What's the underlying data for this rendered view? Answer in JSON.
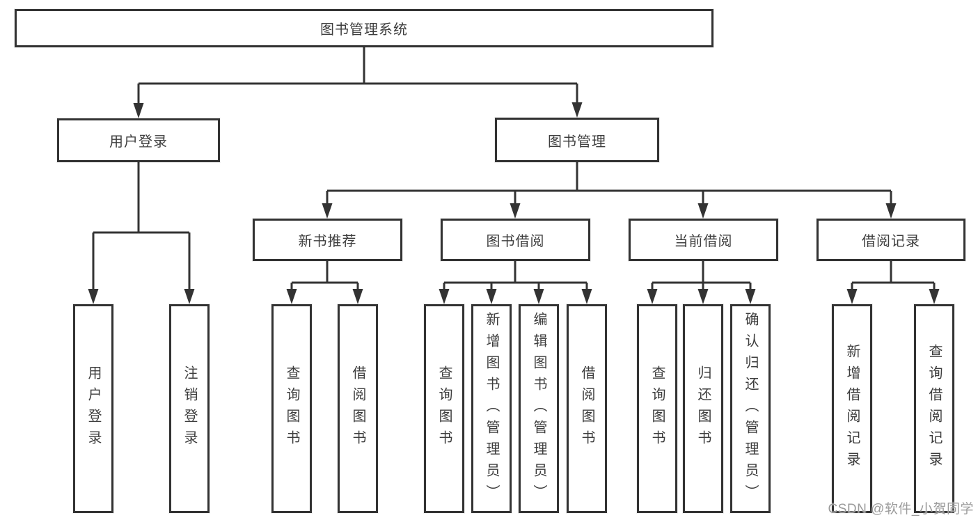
{
  "diagram": {
    "watermark": "CSDN @软件_小贺同学",
    "colors": {
      "line": "#333333",
      "box_border": "#333333",
      "box_bg": "#ffffff",
      "text": "#3d3d3d",
      "watermark": "#9b9b9b"
    },
    "nodes": {
      "root": {
        "label": "图书管理系统"
      },
      "user_login_group": {
        "label": "用户登录"
      },
      "book_mgmt": {
        "label": "图书管理"
      },
      "new_book_rec": {
        "label": "新书推荐"
      },
      "book_borrow": {
        "label": "图书借阅"
      },
      "current_borrow": {
        "label": "当前借阅"
      },
      "borrow_record": {
        "label": "借阅记录"
      },
      "leaf_user_login": {
        "label": "用户登录"
      },
      "leaf_logout": {
        "label": "注销登录"
      },
      "leaf_nb_query": {
        "label": "查询图书"
      },
      "leaf_nb_borrow": {
        "label": "借阅图书"
      },
      "leaf_bb_query": {
        "label": "查询图书"
      },
      "leaf_bb_add": {
        "label": "新增图书（管理员）"
      },
      "leaf_bb_edit": {
        "label": "编辑图书（管理员）"
      },
      "leaf_bb_borrow": {
        "label": "借阅图书"
      },
      "leaf_cb_query": {
        "label": "查询图书"
      },
      "leaf_cb_return": {
        "label": "归还图书"
      },
      "leaf_cb_confirm": {
        "label": "确认归还（管理员）"
      },
      "leaf_br_add": {
        "label": "新增借阅记录"
      },
      "leaf_br_query": {
        "label": "查询借阅记录"
      }
    }
  }
}
